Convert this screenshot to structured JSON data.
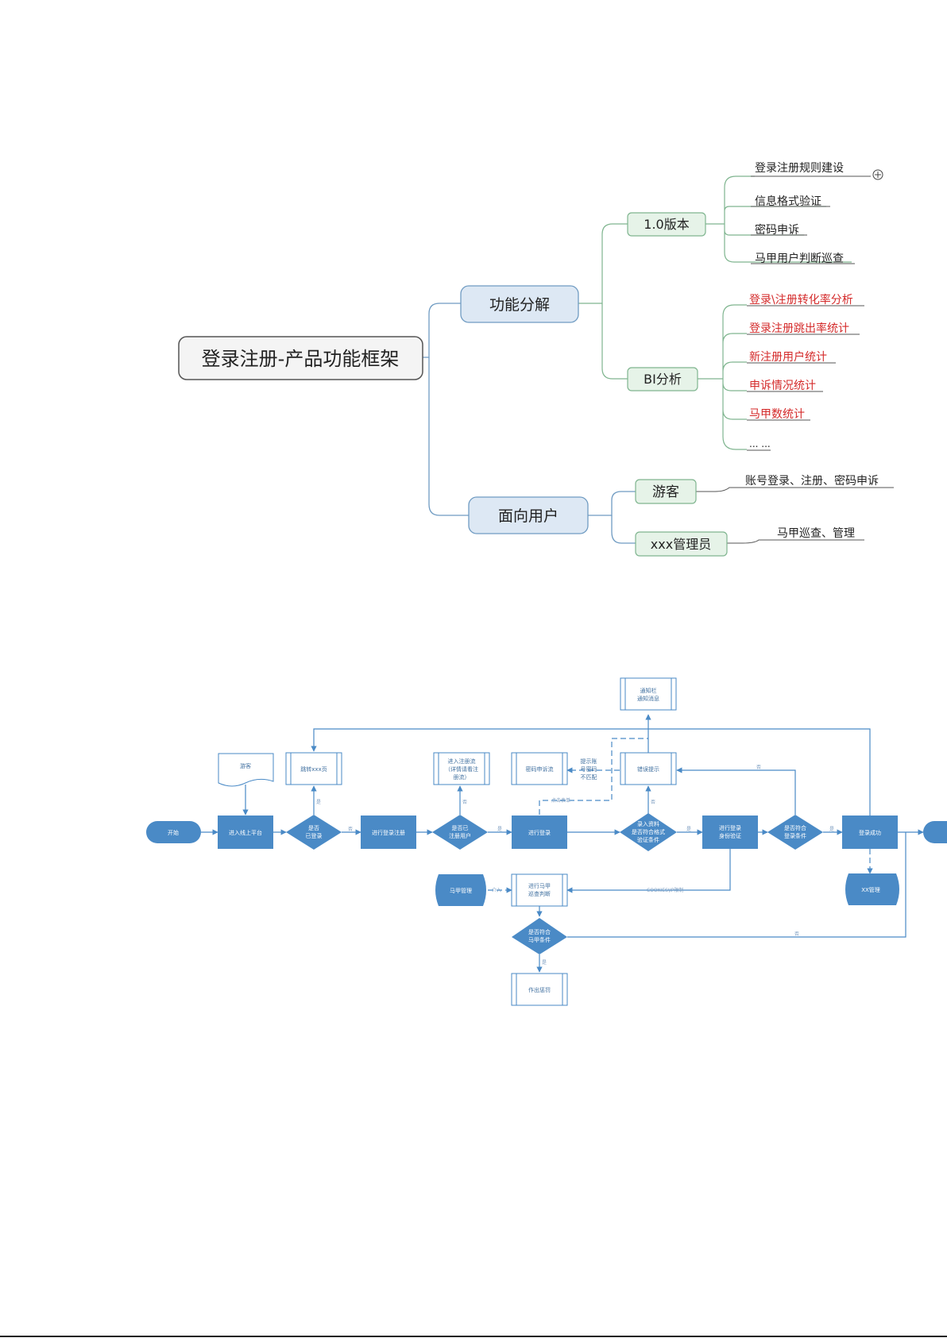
{
  "mindmap": {
    "root": "登录注册-产品功能框架",
    "branch1": "功能分解",
    "branch2": "面向用户",
    "v1": "1.0版本",
    "bi": "BI分析",
    "guest": "游客",
    "admin": "xxx管理员",
    "v1_items": [
      "登录注册规则建设",
      "信息格式验证",
      "密码申诉",
      "马甲用户判断巡查"
    ],
    "bi_items": [
      "登录\\注册转化率分析",
      "登录注册跳出率统计",
      "新注册用户统计",
      "申诉情况统计",
      "马甲数统计",
      "... ..."
    ],
    "guest_item": "账号登录、注册、密码申诉",
    "admin_item": "马甲巡查、管理",
    "colors": {
      "red_text": "#d42a2a",
      "blue_fill": "#dde8f4",
      "green_fill": "#e6f3e8"
    }
  },
  "flowchart": {
    "start": "开始",
    "guest_doc": "游客",
    "enter_platform": "进入线上平台",
    "logged_in_q": [
      "是否",
      "已登录"
    ],
    "jump_page": "跳转xxx页",
    "do_login_register": "进行登录注册",
    "registered_q": [
      "是否已",
      "注册用户"
    ],
    "enter_register": [
      "进入注册流",
      "（详情请看注",
      "册流）"
    ],
    "do_login": "进行登录",
    "password_appeal": "密码申诉流",
    "hint_mismatch": [
      "提示账",
      "号密码",
      "不匹配"
    ],
    "error_hint": "错误提示",
    "notify": [
      "通知栏",
      "通知消息"
    ],
    "format_check_q": [
      "录入资料",
      "是否符合格式",
      "验证条件"
    ],
    "identity_check": [
      "进行登录",
      "身份验证"
    ],
    "login_cond_q": [
      "是否符合",
      "登录条件"
    ],
    "login_success": "登录成功",
    "xx_manage": "XX管理",
    "vest_manage": "马甲管理",
    "vest_check": [
      "进行马甲",
      "巡查判断"
    ],
    "vest_cond_q": [
      "是否符合",
      "马甲条件"
    ],
    "make_punish": "作出惩罚",
    "labels": {
      "yes": "是",
      "no": "否",
      "click_form": "点击表单",
      "cookies": "COOKIES\\IP限制",
      "intervene": "介入"
    }
  }
}
